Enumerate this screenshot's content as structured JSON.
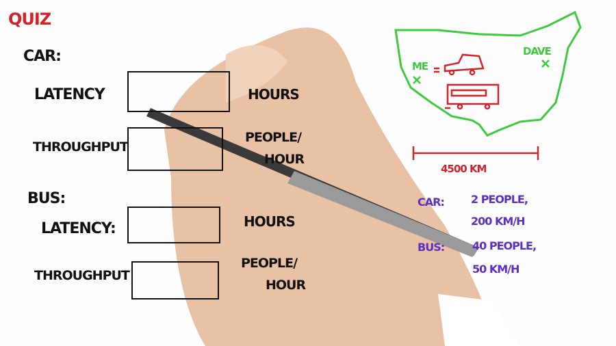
{
  "title": "QUIZ",
  "car": {
    "heading": "CAR:",
    "latency_label": "LATENCY",
    "latency_unit": "HOURS",
    "throughput_label": "THROUGHPUT",
    "throughput_unit_1": "PEOPLE/",
    "throughput_unit_2": "HOUR"
  },
  "bus": {
    "heading": "BUS:",
    "latency_label": "LATENCY:",
    "latency_unit": "HOURS",
    "throughput_label": "THROUGHPUT",
    "throughput_unit_1": "PEOPLE/",
    "throughput_unit_2": "HOUR"
  },
  "map": {
    "start_label": "ME",
    "end_label": "DAVE",
    "distance": "4500 KM"
  },
  "facts": {
    "car_label": "CAR:",
    "car_line1": "2 PEOPLE,",
    "car_line2": "200 KM/H",
    "bus_label": "BUS:",
    "bus_line1": "40 PEOPLE,",
    "bus_line2": "50 KM/H"
  },
  "colors": {
    "title": "#d2232a",
    "map": "#3ec93e",
    "vehicles": "#d2232a",
    "facts": "#5a2fc4",
    "ink": "#111111"
  }
}
